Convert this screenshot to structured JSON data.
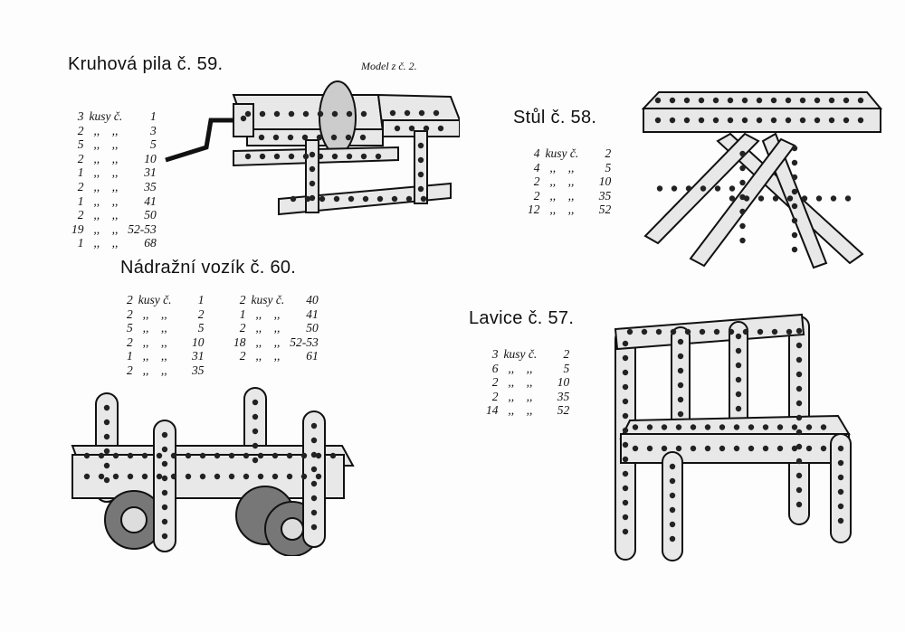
{
  "page": {
    "ditto": ",,",
    "models": [
      {
        "title": "Kruhová pila č. 59.",
        "subtitle": "Model z č. 2.",
        "parts": [
          {
            "count": "3",
            "label": "kusy č.",
            "part": "1"
          },
          {
            "count": "2",
            "label": ",,    ,,",
            "part": "3"
          },
          {
            "count": "5",
            "label": ",,    ,,",
            "part": "5"
          },
          {
            "count": "2",
            "label": ",,    ,,",
            "part": "10"
          },
          {
            "count": "1",
            "label": ",,    ,,",
            "part": "31"
          },
          {
            "count": "2",
            "label": ",,    ,,",
            "part": "35"
          },
          {
            "count": "1",
            "label": ",,    ,,",
            "part": "41"
          },
          {
            "count": "2",
            "label": ",,    ,,",
            "part": "50"
          },
          {
            "count": "19",
            "label": ",,    ,,",
            "part": "52-53"
          },
          {
            "count": "1",
            "label": ",,    ,,",
            "part": "68"
          }
        ]
      },
      {
        "title": "Stůl č. 58.",
        "parts": [
          {
            "count": "4",
            "label": "kusy č.",
            "part": "2"
          },
          {
            "count": "4",
            "label": ",,    ,,",
            "part": "5"
          },
          {
            "count": "2",
            "label": ",,    ,,",
            "part": "10"
          },
          {
            "count": "2",
            "label": ",,    ,,",
            "part": "35"
          },
          {
            "count": "12",
            "label": ",,    ,,",
            "part": "52"
          }
        ]
      },
      {
        "title": "Nádražní vozík č. 60.",
        "parts_left": [
          {
            "count": "2",
            "label": "kusy č.",
            "part": "1"
          },
          {
            "count": "2",
            "label": ",,    ,,",
            "part": "2"
          },
          {
            "count": "5",
            "label": ",,    ,,",
            "part": "5"
          },
          {
            "count": "2",
            "label": ",,    ,,",
            "part": "10"
          },
          {
            "count": "1",
            "label": ",,    ,,",
            "part": "31"
          },
          {
            "count": "2",
            "label": ",,    ,,",
            "part": "35"
          }
        ],
        "parts_right": [
          {
            "count": "2",
            "label": "kusy č.",
            "part": "40"
          },
          {
            "count": "1",
            "label": ",,    ,,",
            "part": "41"
          },
          {
            "count": "2",
            "label": ",,    ,,",
            "part": "50"
          },
          {
            "count": "18",
            "label": ",,    ,,",
            "part": "52-53"
          },
          {
            "count": "2",
            "label": ",,    ,,",
            "part": "61"
          }
        ]
      },
      {
        "title": "Lavice č. 57.",
        "parts": [
          {
            "count": "3",
            "label": "kusy č.",
            "part": "2"
          },
          {
            "count": "6",
            "label": ",,    ,,",
            "part": "5"
          },
          {
            "count": "2",
            "label": ",,    ,,",
            "part": "10"
          },
          {
            "count": "2",
            "label": ",,    ,,",
            "part": "35"
          },
          {
            "count": "14",
            "label": ",,    ,,",
            "part": "52"
          }
        ]
      }
    ]
  }
}
